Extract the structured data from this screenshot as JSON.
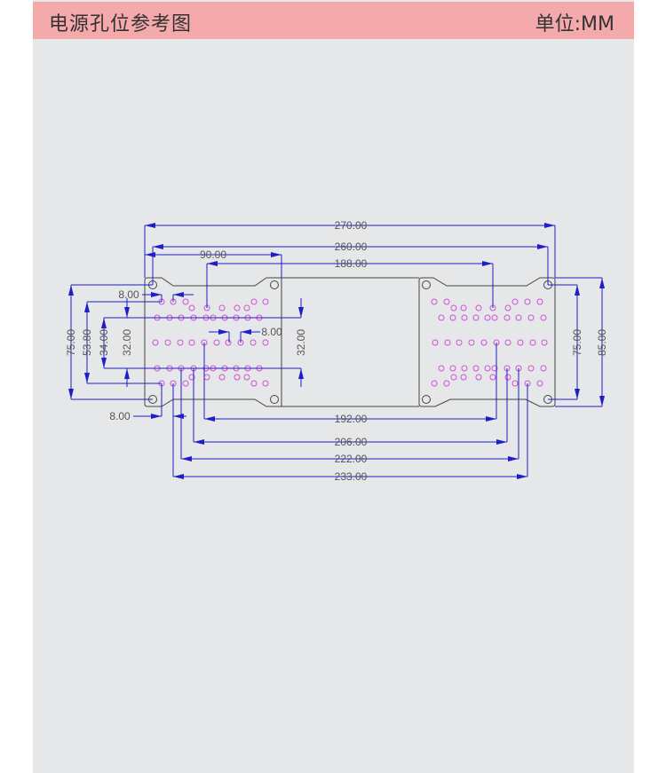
{
  "header": {
    "title": "电源孔位参考图",
    "unit": "单位:MM"
  },
  "colors": {
    "header_bg": "#f4a9ab",
    "panel_bg": "#e6e7e9",
    "dimension": "#1f1fc8",
    "pin_hole": "#d050d8"
  },
  "dimensions": {
    "overall_length": "270.00",
    "mount_hole_span": "260.00",
    "plate_width": "90.00",
    "top_pin_span": "188.00",
    "pin_span_192": "192.00",
    "pin_span_206": "206.00",
    "pin_span_222": "222.00",
    "pin_span_233": "233.00",
    "pitch_top": "8.00",
    "pitch_middle": "8.00",
    "pitch_bottom": "8.00",
    "left_75": "75.00",
    "left_53_8": "53.80",
    "left_34": "34.00",
    "left_32": "32.00",
    "mid_32": "32.00",
    "right_75": "75.00",
    "right_85": "85.00"
  }
}
